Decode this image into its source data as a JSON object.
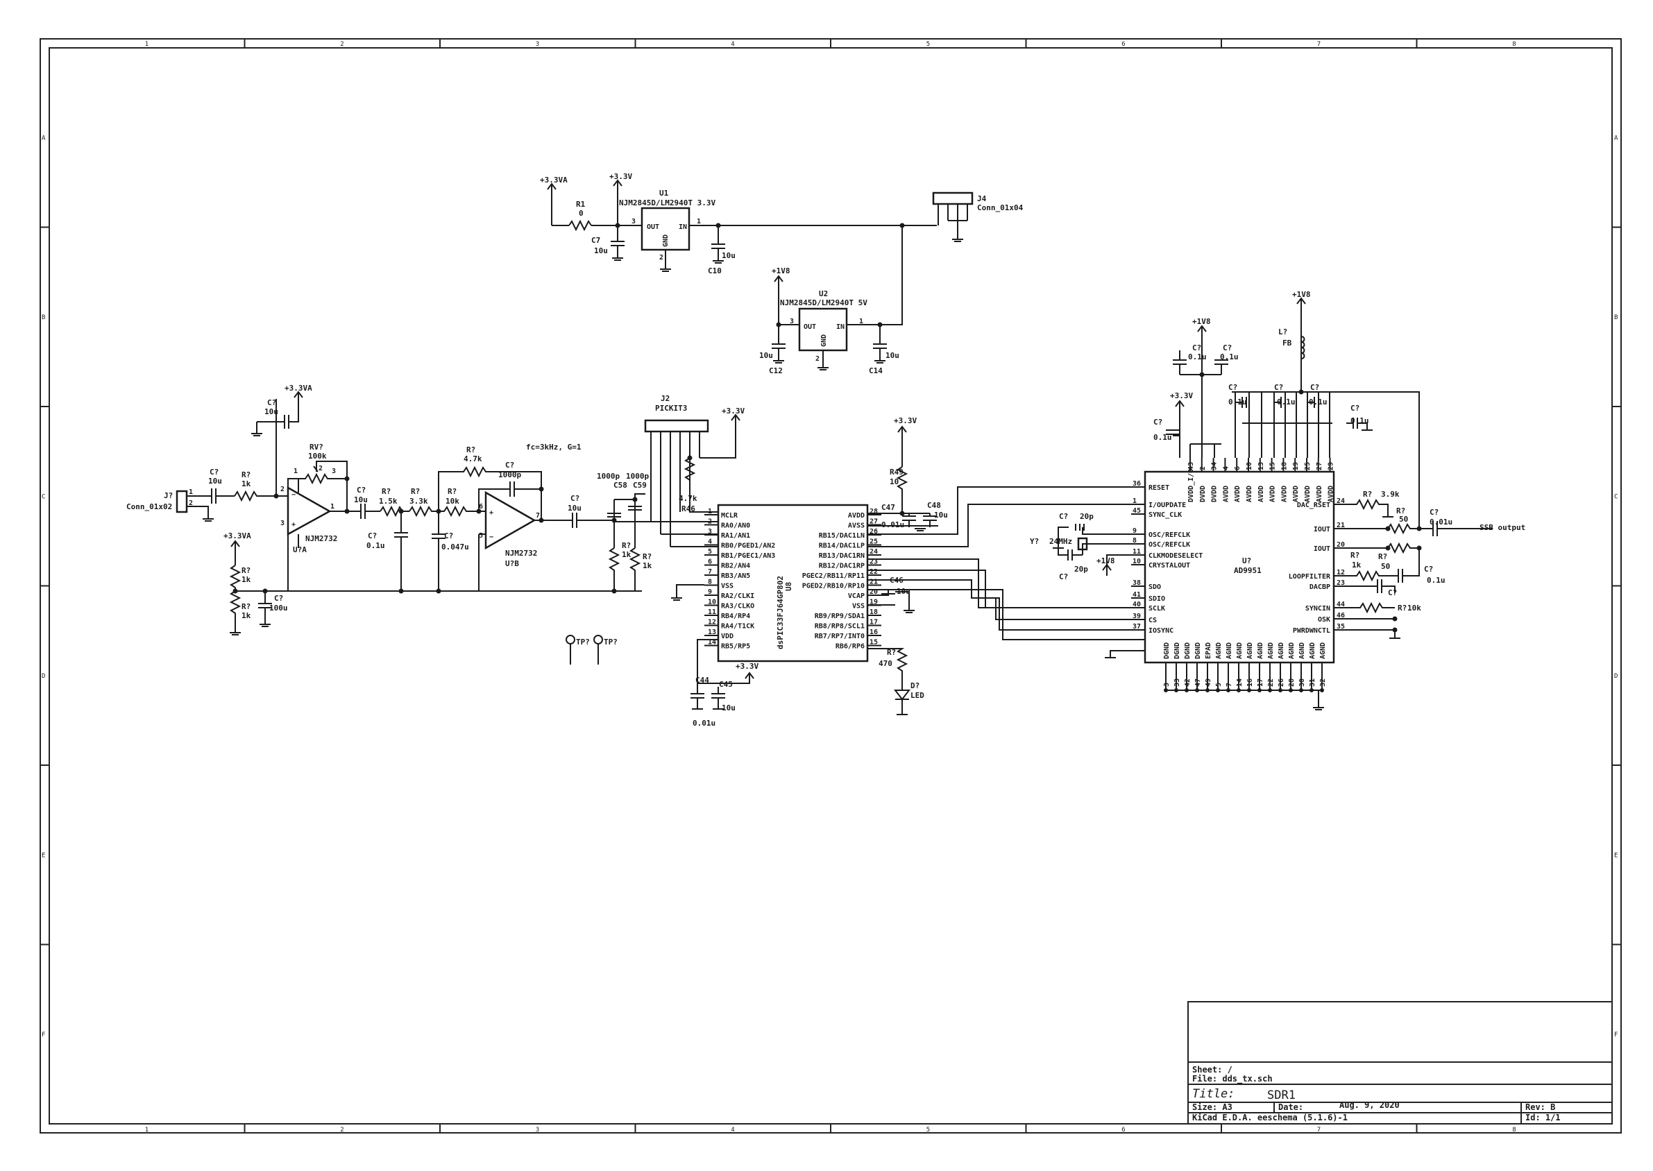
{
  "title_block": {
    "sheet": "Sheet: /",
    "file": "File: dds_tx.sch",
    "title_label": "Title:",
    "title": "SDR1",
    "size": "Size: A3",
    "date_label": "Date:",
    "date": "Aug. 9, 2020",
    "rev": "Rev: B",
    "tool": "KiCad E.D.A.  eeschema (5.1.6)-1",
    "id": "Id: 1/1"
  },
  "frame": {
    "cols": [
      "1",
      "2",
      "3",
      "4",
      "5",
      "6",
      "7",
      "8"
    ],
    "rows": [
      "A",
      "B",
      "C",
      "D",
      "E",
      "F"
    ]
  },
  "power": {
    "p33va_1": "+3.3VA",
    "p33_u1": "+3.3V",
    "p1v8_u2": "+1V8",
    "p33va_2": "+3.3VA",
    "p33va_3": "+3.3VA",
    "p33_j2": "+3.3V",
    "p33_r49": "+3.3V",
    "p33_u8": "+3.3V",
    "p1v8_l": "+1V8",
    "p1v8_dvdd": "+1V8",
    "p33_u7": "+3.3V",
    "p1v8_xtal": "+1V8"
  },
  "regulators": {
    "u1_ref": "U1",
    "u1_name": "NJM2845D/LM2940T 3.3V",
    "u2_ref": "U2",
    "u2_name": "NJM2845D/LM2940T 5V",
    "out": "OUT",
    "in": "IN",
    "gnd": "GND",
    "pin1": "1",
    "pin2": "2",
    "pin3": "3"
  },
  "connectors": {
    "j4_ref": "J4",
    "j4_name": "Conn_01x04",
    "j2_ref": "J2",
    "j2_name": "PICKIT3",
    "j_in_ref": "J?",
    "j_in_name": "Conn_01x02",
    "tp1": "TP?",
    "tp2": "TP?",
    "ssb": "SSB output"
  },
  "passives": {
    "r1_ref": "R1",
    "r1_val": "0",
    "c7_ref": "C7",
    "c7_val": "10u",
    "c10_ref": "C10",
    "c10_val": "10u",
    "c12_ref": "C12",
    "c12_val": "10u",
    "c14_ref": "C14",
    "c14_val": "10u",
    "c_top_ref": "C?",
    "c_top_val": "10u",
    "rv_ref": "RV?",
    "rv_val": "100k",
    "c_in_ref": "C?",
    "c_in_val": "10u",
    "r_in_ref": "R?",
    "r_in_val": "1k",
    "rb1_ref": "R?",
    "rb1_val": "1k",
    "rb2_ref": "R?",
    "rb2_val": "1k",
    "cb_ref": "C?",
    "cb_val": "100u",
    "c_mid_ref": "C?",
    "c_mid_val": "10u",
    "r15_ref": "R?",
    "r15_val": "1.5k",
    "r33_ref": "R?",
    "r33_val": "3.3k",
    "c01_ref": "C?",
    "c01_val": "0.1u",
    "r10_ref": "R?",
    "r10_val": "10k",
    "c047_ref": "C?",
    "c047_val": "0.047u",
    "r47_ref": "R?",
    "r47_val": "4.7k",
    "c1000_ref": "C?",
    "c1000_val": "1000p",
    "fc_note": "fc=3kHz, G=1",
    "c_out_ref": "C?",
    "c_out_val": "10u",
    "c58_ref": "C58",
    "c58_val": "1000p",
    "c59_ref": "C59",
    "c59_val": "1000p",
    "r1k1_ref": "R?",
    "r1k1_val": "1k",
    "r1k2_ref": "R?",
    "r1k2_val": "1k",
    "r46_ref": "R46",
    "r46_val": "4.7k",
    "r49_ref": "R49",
    "r49_val": "10",
    "c47_ref": "C47",
    "c47_val": "0.01u",
    "c48_ref": "C48",
    "c48_val": "10u",
    "c46_ref": "C46",
    "c46_val": "10u",
    "c44_ref": "C44",
    "c44_val": "0.01u",
    "c45_ref": "C45",
    "c45_val": "10u",
    "rled_ref": "R?",
    "rled_val": "470",
    "d_ref": "D?",
    "d_val": "LED",
    "l_ref": "L?",
    "l_val": "FB",
    "cd1_ref": "C?",
    "cd1_val": "0.1u",
    "cd2_ref": "C?",
    "cd2_val": "0.1u",
    "cd3_ref": "C?",
    "cd3_val": "0.1u",
    "ca1_ref": "C?",
    "ca1_val": "0.1u",
    "ca2_ref": "C?",
    "ca2_val": "0.1u",
    "ca3_ref": "C?",
    "ca3_val": "0.1u",
    "ca4_ref": "C?",
    "ca4_val": "0.1u",
    "cx1_ref": "C?",
    "cx1_val": "20p",
    "cx2_ref": "C?",
    "cx2_val": "20p",
    "y_ref": "Y?",
    "y_val": "24MHz",
    "rset_ref": "R?",
    "rset_val": "3.9k",
    "rt1_ref": "R?",
    "rt1_val": "50",
    "rt2_ref": "R?",
    "rt2_val": "50",
    "cssb_ref": "C?",
    "cssb_val": "0.01u",
    "rlf_ref": "R?",
    "rlf_val": "1k",
    "clf_ref": "C?",
    "clf_val": "0.1u",
    "rsync_ref": "R?",
    "rsync_val": "10k"
  },
  "opamps": {
    "a_ref": "U?A",
    "a_name": "NJM2732",
    "b_ref": "U?B",
    "b_name": "NJM2732"
  },
  "mcu": {
    "ref": "U8",
    "name": "dsPIC33FJ64GP802",
    "left_pins": [
      {
        "n": "1",
        "name": "MCLR"
      },
      {
        "n": "2",
        "name": "RA0/AN0"
      },
      {
        "n": "3",
        "name": "RA1/AN1"
      },
      {
        "n": "4",
        "name": "RB0/PGED1/AN2"
      },
      {
        "n": "5",
        "name": "RB1/PGEC1/AN3"
      },
      {
        "n": "6",
        "name": "RB2/AN4"
      },
      {
        "n": "7",
        "name": "RB3/AN5"
      },
      {
        "n": "8",
        "name": "VSS"
      },
      {
        "n": "9",
        "name": "RA2/CLKI"
      },
      {
        "n": "10",
        "name": "RA3/CLKO"
      },
      {
        "n": "11",
        "name": "RB4/RP4"
      },
      {
        "n": "12",
        "name": "RA4/T1CK"
      },
      {
        "n": "13",
        "name": "VDD"
      },
      {
        "n": "14",
        "name": "RB5/RP5"
      }
    ],
    "right_pins": [
      {
        "n": "28",
        "name": "AVDD"
      },
      {
        "n": "27",
        "name": "AVSS"
      },
      {
        "n": "26",
        "name": "RB15/DAC1LN"
      },
      {
        "n": "25",
        "name": "RB14/DAC1LP"
      },
      {
        "n": "24",
        "name": "RB13/DAC1RN"
      },
      {
        "n": "23",
        "name": "RB12/DAC1RP"
      },
      {
        "n": "22",
        "name": "PGEC2/RB11/RP11"
      },
      {
        "n": "21",
        "name": "PGED2/RB10/RP10"
      },
      {
        "n": "20",
        "name": "VCAP"
      },
      {
        "n": "19",
        "name": "VSS"
      },
      {
        "n": "18",
        "name": "RB9/RP9/SDA1"
      },
      {
        "n": "17",
        "name": "RB8/RP8/SCL1"
      },
      {
        "n": "16",
        "name": "RB7/RP7/INT0"
      },
      {
        "n": "15",
        "name": "RB6/RP6"
      }
    ]
  },
  "dds": {
    "ref": "U?",
    "name": "AD9951",
    "top_pins": [
      {
        "n": "43",
        "name": "DVDD_I/O"
      },
      {
        "n": "2",
        "name": "DVDD"
      },
      {
        "n": "34",
        "name": "DVDD"
      },
      {
        "n": "4",
        "name": "AVDD"
      },
      {
        "n": "6",
        "name": "AVDD"
      },
      {
        "n": "10",
        "name": "AVDD"
      },
      {
        "n": "13",
        "name": "AVDD"
      },
      {
        "n": "15",
        "name": "AVDD"
      },
      {
        "n": "18",
        "name": "AVDD"
      },
      {
        "n": "19",
        "name": "AVDD"
      },
      {
        "n": "25",
        "name": "AVDD"
      },
      {
        "n": "27",
        "name": "AVDD"
      },
      {
        "n": "29",
        "name": "AVDD"
      }
    ],
    "left_pins": [
      {
        "n": "36",
        "name": "RESET"
      },
      {
        "n": "1",
        "name": "I/OUPDATE"
      },
      {
        "n": "45",
        "name": "SYNC_CLK"
      },
      {
        "n": "9",
        "name": "OSC/REFCLK"
      },
      {
        "n": "8",
        "name": "OSC/REFCLK"
      },
      {
        "n": "11",
        "name": "CLKMODESELECT"
      },
      {
        "n": "10",
        "name": "CRYSTALOUT"
      },
      {
        "n": "38",
        "name": "SDO"
      },
      {
        "n": "41",
        "name": "SDIO"
      },
      {
        "n": "40",
        "name": "SCLK"
      },
      {
        "n": "39",
        "name": "CS"
      },
      {
        "n": "37",
        "name": "IOSYNC"
      }
    ],
    "right_pins": [
      {
        "n": "24",
        "name": "DAC_RSET"
      },
      {
        "n": "21",
        "name": "IOUT"
      },
      {
        "n": "20",
        "name": "IOUT"
      },
      {
        "n": "12",
        "name": "LOOPFILTER"
      },
      {
        "n": "23",
        "name": "DACBP"
      },
      {
        "n": "44",
        "name": "SYNCIN"
      },
      {
        "n": "46",
        "name": "OSK"
      },
      {
        "n": "35",
        "name": "PWRDWNCTL"
      }
    ],
    "bottom_pins": [
      {
        "n": "3",
        "name": "DGND"
      },
      {
        "n": "33",
        "name": "DGND"
      },
      {
        "n": "42",
        "name": "DGND"
      },
      {
        "n": "47",
        "name": "DGND"
      },
      {
        "n": "49",
        "name": "EPAD"
      },
      {
        "n": "5",
        "name": "AGND"
      },
      {
        "n": "7",
        "name": "AGND"
      },
      {
        "n": "14",
        "name": "AGND"
      },
      {
        "n": "16",
        "name": "AGND"
      },
      {
        "n": "17",
        "name": "AGND"
      },
      {
        "n": "22",
        "name": "AGND"
      },
      {
        "n": "26",
        "name": "AGND"
      },
      {
        "n": "28",
        "name": "AGND"
      },
      {
        "n": "30",
        "name": "AGND"
      },
      {
        "n": "31",
        "name": "AGND"
      },
      {
        "n": "32",
        "name": "AGND"
      }
    ]
  }
}
